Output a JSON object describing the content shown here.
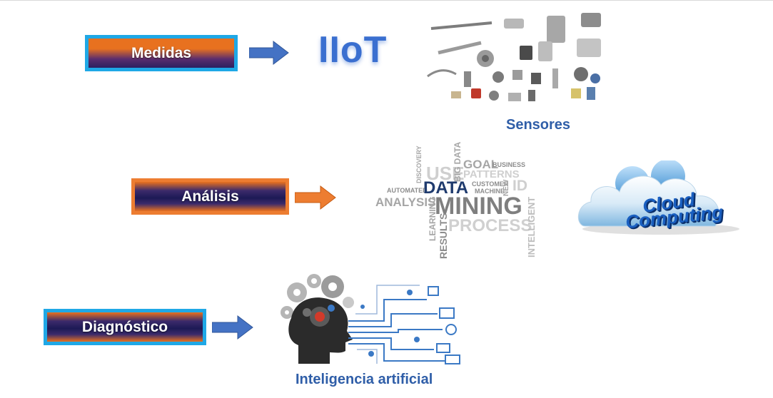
{
  "stages": {
    "medidas": "Medidas",
    "analisis": "Análisis",
    "diagnostico": "Diagnóstico"
  },
  "iiot": "IIoT",
  "captions": {
    "sensores": "Sensores",
    "ia": "Inteligencia artificial"
  },
  "cloud": {
    "line1": "Cloud",
    "line2": "Computing"
  },
  "word_cloud": {
    "data": "DATA",
    "mining": "MINING",
    "process": "PROCESS",
    "analysis": "ANALYSIS",
    "automated": "AUTOMATED",
    "use": "USE",
    "goal": "GOAL",
    "business": "BUSINESS",
    "patterns": "PATTERNS",
    "customer": "CUSTOMER",
    "machine": "MACHINE",
    "new": "NEW",
    "id": "ID",
    "discovery": "DISCOVERY",
    "big_data": "BIG DATA",
    "learning": "LEARNING",
    "results": "RESULTS",
    "intelligent": "INTELLIGENT"
  },
  "colors": {
    "accent_blue": "#1fa8e6",
    "accent_orange": "#ed7d31",
    "arrow_blue": "#4472c4",
    "caption_blue": "#2f5ea8",
    "data_navy": "#1f3b6e"
  }
}
